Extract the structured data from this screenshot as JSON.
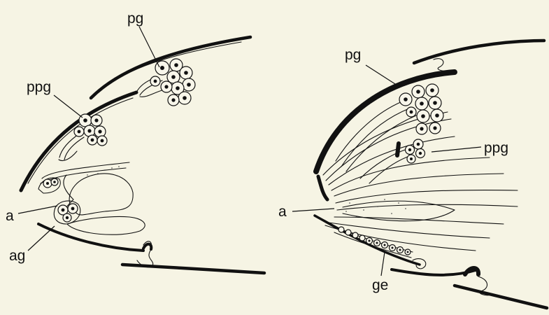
{
  "labels": {
    "left": {
      "pg": "pg",
      "ppg": "ppg",
      "a": "a",
      "ag": "ag"
    },
    "right": {
      "pg": "pg",
      "ppg": "ppg",
      "a": "a",
      "ge": "ge"
    }
  },
  "colors": {
    "background": "#f6f4e4",
    "ink": "#111111"
  }
}
